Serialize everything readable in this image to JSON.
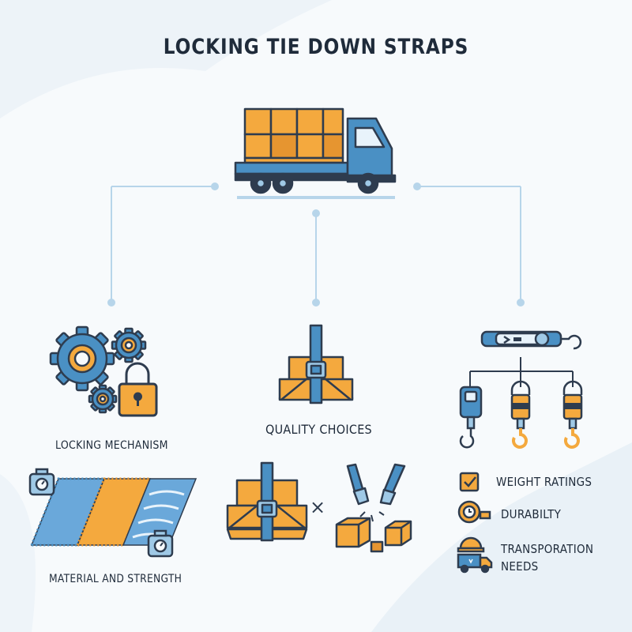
{
  "title": "LOCKING TIE DOWN STRAPS",
  "labels": {
    "locking_mechanism": "LOCKING MECHANISM",
    "quality_choices": "QUALITY CHOICES",
    "material_strength": "MATERIAL AND STRENGTH",
    "cross_symbol": "×"
  },
  "checklist": [
    {
      "icon": "checkbox-icon",
      "text": "WEIGHT RATINGS"
    },
    {
      "icon": "tape-measure-icon",
      "text": "DURABILTY"
    },
    {
      "icon": "hardhat-delivery-truck-icon",
      "text": "TRANSPORATION\nNEEDS"
    }
  ],
  "colors": {
    "navy": "#2e3c4f",
    "blue": "#4a90c4",
    "light_blue": "#9fc9e6",
    "orange": "#f4a93e",
    "connector": "#b7d5ea",
    "text": "#1f2b3a"
  }
}
